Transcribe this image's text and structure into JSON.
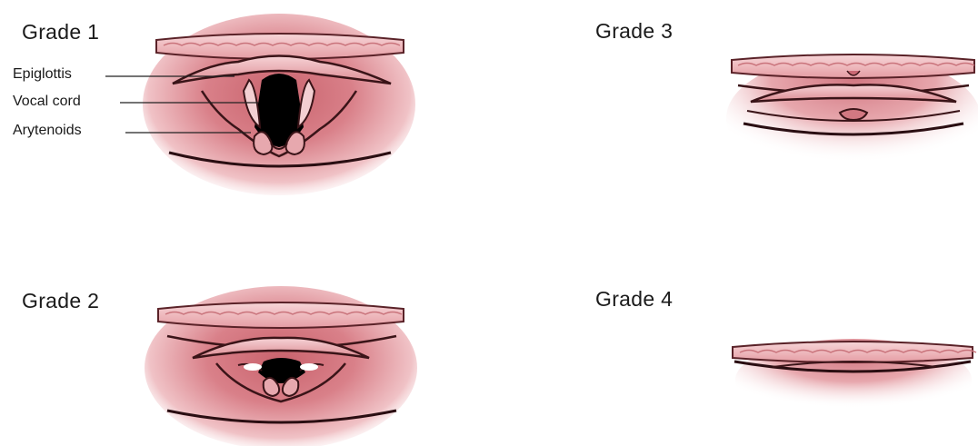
{
  "grades": [
    {
      "title": "Grade 1"
    },
    {
      "title": "Grade 2"
    },
    {
      "title": "Grade 3"
    },
    {
      "title": "Grade 4"
    }
  ],
  "labels": {
    "epiglottis": "Epiglottis",
    "vocal_cord": "Vocal cord",
    "arytenoids": "Arytenoids"
  },
  "colors": {
    "tissue": "#e39aa0",
    "tissue_light": "#f3c9cc",
    "tissue_dark": "#b85560",
    "outline": "#3a1418",
    "glottis": "#000000"
  }
}
